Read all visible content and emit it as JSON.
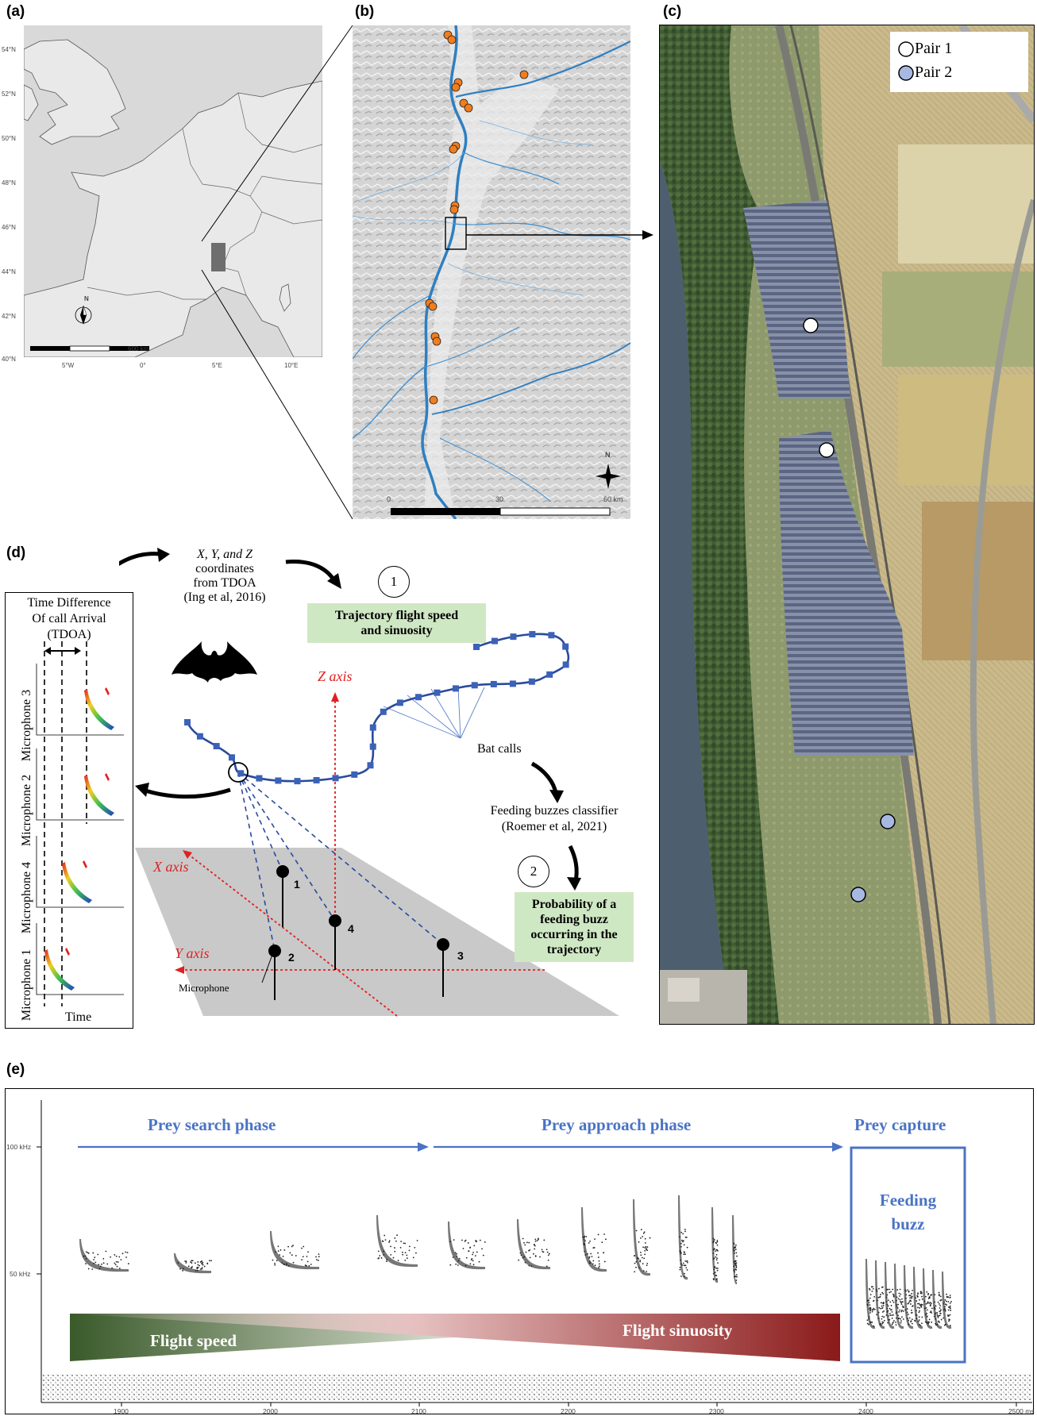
{
  "panels": {
    "a": "(a)",
    "b": "(b)",
    "c": "(c)",
    "d": "(d)",
    "e": "(e)"
  },
  "panel_a": {
    "lat_ticks": [
      "54°N",
      "52°N",
      "50°N",
      "48°N",
      "46°N",
      "44°N",
      "42°N",
      "40°N"
    ],
    "lon_ticks": [
      "5°W",
      "0°",
      "5°E",
      "10°E"
    ],
    "scale_label": "600 km",
    "north": "N"
  },
  "panel_b": {
    "scale_ticks": [
      "0",
      "30",
      "60 km"
    ],
    "north": "N"
  },
  "panel_c": {
    "legend": [
      {
        "label": "Pair 1",
        "color": "#ffffff"
      },
      {
        "label": "Pair 2",
        "color": "#a7b9e3"
      }
    ]
  },
  "panel_d": {
    "tdoa_title_1": "Time Difference",
    "tdoa_title_2": "Of call Arrival",
    "tdoa_title_3": "(TDOA)",
    "microphones": [
      "Microphone 3",
      "Microphone 2",
      "Microphone 4",
      "Microphone 1"
    ],
    "time_label": "Time",
    "coords_line1": "X, Y, and Z",
    "coords_line2": "coordinates",
    "coords_line3": "from TDOA",
    "coords_line4": "(Ing et al, 2016)",
    "step1_num": "1",
    "step1_line1": "Trajectory flight speed",
    "step1_line2": "and sinuosity",
    "z_axis": "Z axis",
    "x_axis": "X axis",
    "y_axis": "Y axis",
    "bat_calls": "Bat calls",
    "classifier_line1": "Feeding buzzes classifier",
    "classifier_line2": "(Roemer et al, 2021)",
    "step2_num": "2",
    "step2_line1": "Probability of a",
    "step2_line2": "feeding buzz",
    "step2_line3": "occurring in the",
    "step2_line4": "trajectory",
    "mic_numbers": [
      "1",
      "2",
      "3",
      "4"
    ],
    "microphone_label": "Microphone"
  },
  "panel_e": {
    "y_ticks": [
      "100 kHz",
      "50 kHz"
    ],
    "x_ticks": [
      "1900",
      "2000",
      "2100",
      "2200",
      "2300",
      "2400",
      "2500 ms"
    ],
    "phase_search": "Prey search phase",
    "phase_approach": "Prey approach phase",
    "phase_capture": "Prey capture",
    "buzz_line1": "Feeding",
    "buzz_line2": "buzz",
    "flight_speed": "Flight speed",
    "flight_sinuosity": "Flight sinuosity",
    "colors": {
      "phase": "#4a73c4",
      "speed": "#3a5a2a",
      "sinuosity": "#8b1a1a"
    }
  }
}
